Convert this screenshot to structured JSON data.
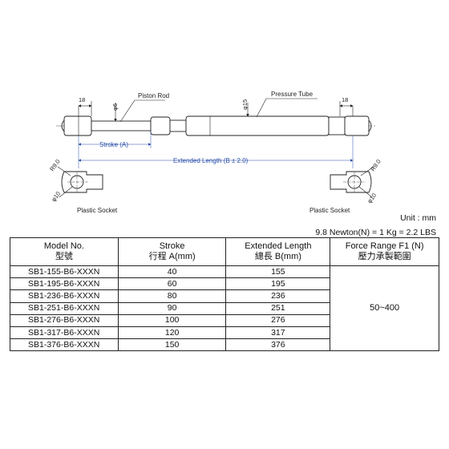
{
  "drawing": {
    "dim_left_end": "18",
    "dim_right_end": "18",
    "dim_rod_diameter": "φ6",
    "dim_tube_diameter": "φ15",
    "label_piston_rod": "Piston Rod",
    "label_pressure_tube": "Pressure Tube",
    "label_stroke": "Stroke (A)",
    "label_extended_length": "Extended Length (B ± 2.0)",
    "dim_socket_radius_left": "R9.0",
    "dim_socket_radius_right": "R9.0",
    "dim_socket_dia_left": "φ10",
    "dim_socket_dia_right": "φ10",
    "label_socket_left": "Plastic Socket",
    "label_socket_right": "Plastic Socket"
  },
  "unit": "Unit : mm",
  "conversion": "9.8 Newton(N) = 1 Kg = 2.2 LBS",
  "table": {
    "headers": [
      {
        "en": "Model No.",
        "zh": "型號"
      },
      {
        "en": "Stroke",
        "zh": "行程 A(mm)"
      },
      {
        "en": "Extended Length",
        "zh": "總長 B(mm)"
      },
      {
        "en": "Force Range F1 (N)",
        "zh": "壓力承製範圍"
      }
    ],
    "rows": [
      {
        "model": "SB1-155-B6-XXXN",
        "stroke": "40",
        "length": "155"
      },
      {
        "model": "SB1-195-B6-XXXN",
        "stroke": "60",
        "length": "195"
      },
      {
        "model": "SB1-236-B6-XXXN",
        "stroke": "80",
        "length": "236"
      },
      {
        "model": "SB1-251-B6-XXXN",
        "stroke": "90",
        "length": "251"
      },
      {
        "model": "SB1-276-B6-XXXN",
        "stroke": "100",
        "length": "276"
      },
      {
        "model": "SB1-317-B6-XXXN",
        "stroke": "120",
        "length": "317"
      },
      {
        "model": "SB1-376-B6-XXXN",
        "stroke": "150",
        "length": "376"
      }
    ],
    "force_range": "50~400"
  }
}
